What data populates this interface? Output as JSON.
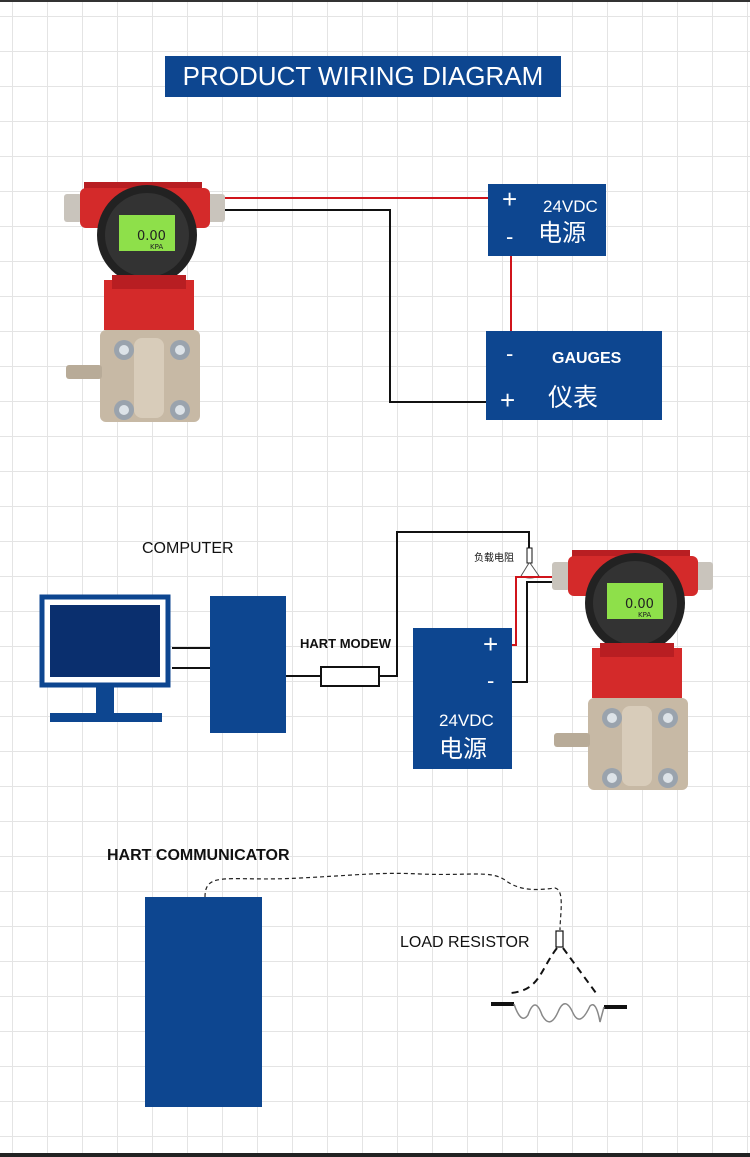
{
  "title": "PRODUCT WIRING DIAGRAM",
  "section1": {
    "power": {
      "plus": "+",
      "minus": "-",
      "voltage": "24VDC",
      "label_cn": "电源"
    },
    "gauges": {
      "minus": "-",
      "plus": "+",
      "label": "GAUGES",
      "label_cn": "仪表"
    },
    "transmitter": {
      "display_value": "0.00",
      "display_unit": "KPA"
    }
  },
  "section2": {
    "computer_label": "COMPUTER",
    "modem_label": "HART MODEW",
    "resistor_label_cn": "负载电阻",
    "power": {
      "plus": "+",
      "minus": "-",
      "voltage": "24VDC",
      "label_cn": "电源"
    },
    "transmitter": {
      "display_value": "0.00",
      "display_unit": "KPA"
    }
  },
  "section3": {
    "communicator_label": "HART COMMUNICATOR",
    "load_resistor_label": "LOAD RESISTOR"
  },
  "colors": {
    "box_blue": "#0d4690",
    "wire_red": "#d0141b",
    "wire_black": "#111111",
    "transmitter_red": "#d42a2a",
    "lcd_green": "#8ee04a"
  }
}
